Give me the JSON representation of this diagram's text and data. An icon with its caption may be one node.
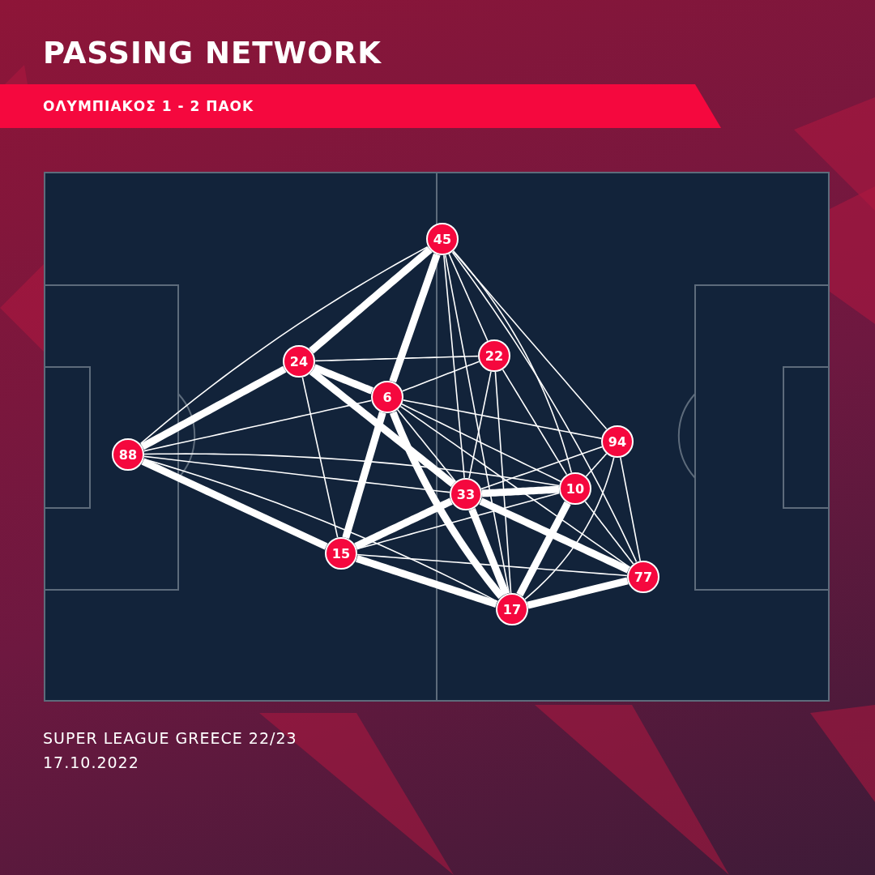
{
  "diagram": {
    "title": "PASSING NETWORK",
    "nodes": [
      {
        "text": [
          "ΟΛΥΜΠΙΑΚΟΣ 1 - 2 ΠΑΟΚ"
        ]
      },
      {
        "text": [
          "45"
        ]
      },
      {
        "text": [
          "24"
        ]
      },
      {
        "text": [
          "22"
        ]
      },
      {
        "text": [
          "6"
        ]
      },
      {
        "text": [
          "88"
        ]
      },
      {
        "text": [
          "94"
        ]
      },
      {
        "text": [
          "33"
        ]
      },
      {
        "text": [
          "10"
        ]
      },
      {
        "text": [
          "15"
        ]
      },
      {
        "text": [
          "77"
        ]
      },
      {
        "text": [
          "17"
        ]
      }
    ],
    "edges": [
      {
        "from": 5,
        "to": 1,
        "arrow": "none"
      },
      {
        "from": 5,
        "to": 2,
        "arrow": "none",
        "style": "thick"
      },
      {
        "from": 5,
        "to": 4,
        "arrow": "none"
      },
      {
        "from": 5,
        "to": 9,
        "arrow": "none",
        "style": "thick"
      },
      {
        "from": 5,
        "to": 7,
        "arrow": "none"
      },
      {
        "from": 5,
        "to": 8,
        "arrow": "none"
      },
      {
        "from": 5,
        "to": 11,
        "arrow": "none"
      },
      {
        "from": 1,
        "to": 2,
        "arrow": "none",
        "style": "thick"
      },
      {
        "from": 1,
        "to": 4,
        "arrow": "none",
        "style": "thick"
      },
      {
        "from": 1,
        "to": 3,
        "arrow": "none"
      },
      {
        "from": 1,
        "to": 8,
        "arrow": "none"
      },
      {
        "from": 1,
        "to": 6,
        "arrow": "none"
      },
      {
        "from": 1,
        "to": 7,
        "arrow": "none"
      },
      {
        "from": 1,
        "to": 11,
        "arrow": "none"
      },
      {
        "from": 1,
        "to": 10,
        "arrow": "none"
      },
      {
        "from": 2,
        "to": 3,
        "arrow": "none"
      },
      {
        "from": 2,
        "to": 4,
        "arrow": "none",
        "style": "thick"
      },
      {
        "from": 2,
        "to": 7,
        "arrow": "none",
        "style": "thick"
      },
      {
        "from": 2,
        "to": 9,
        "arrow": "none"
      },
      {
        "from": 3,
        "to": 4,
        "arrow": "none"
      },
      {
        "from": 3,
        "to": 8,
        "arrow": "none"
      },
      {
        "from": 3,
        "to": 7,
        "arrow": "none"
      },
      {
        "from": 3,
        "to": 11,
        "arrow": "none"
      },
      {
        "from": 4,
        "to": 6,
        "arrow": "none"
      },
      {
        "from": 4,
        "to": 9,
        "arrow": "none",
        "style": "thick"
      },
      {
        "from": 4,
        "to": 7,
        "arrow": "none"
      },
      {
        "from": 4,
        "to": 8,
        "arrow": "none"
      },
      {
        "from": 4,
        "to": 11,
        "arrow": "none",
        "style": "thick"
      },
      {
        "from": 4,
        "to": 10,
        "arrow": "none"
      },
      {
        "from": 6,
        "to": 7,
        "arrow": "none"
      },
      {
        "from": 6,
        "to": 8,
        "arrow": "none"
      },
      {
        "from": 6,
        "to": 10,
        "arrow": "none"
      },
      {
        "from": 6,
        "to": 11,
        "arrow": "none"
      },
      {
        "from": 7,
        "to": 8,
        "arrow": "none",
        "style": "thick"
      },
      {
        "from": 7,
        "to": 9,
        "arrow": "none",
        "style": "thick"
      },
      {
        "from": 7,
        "to": 11,
        "arrow": "none",
        "style": "thick"
      },
      {
        "from": 7,
        "to": 10,
        "arrow": "none",
        "style": "thick"
      },
      {
        "from": 8,
        "to": 11,
        "arrow": "none",
        "style": "thick"
      },
      {
        "from": 8,
        "to": 10,
        "arrow": "none"
      },
      {
        "from": 8,
        "to": 9,
        "arrow": "none"
      },
      {
        "from": 9,
        "to": 11,
        "arrow": "none",
        "style": "thick"
      },
      {
        "from": 9,
        "to": 10,
        "arrow": "none"
      },
      {
        "from": 11,
        "to": 10,
        "arrow": "none",
        "style": "thick"
      }
    ],
    "labels": [
      "SUPER LEAGUE GREECE 22/23",
      "17.10.2022"
    ]
  }
}
